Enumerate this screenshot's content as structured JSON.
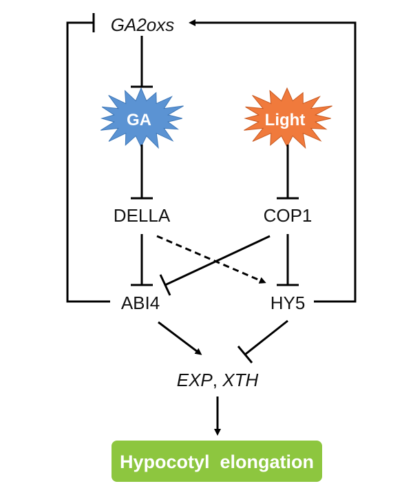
{
  "nodes": {
    "ga2oxs": "GA2oxs",
    "ga": "GA",
    "light": "Light",
    "della": "DELLA",
    "cop1": "COP1",
    "abi4": "ABI4",
    "hy5": "HY5",
    "exp": "EXP",
    "separator": ", ",
    "xth": "XTH",
    "output": "Hypocotyl  elongation"
  },
  "edges": [
    {
      "from": "GA2oxs",
      "to": "GA",
      "type": "inhibits"
    },
    {
      "from": "GA",
      "to": "DELLA",
      "type": "inhibits"
    },
    {
      "from": "Light",
      "to": "COP1",
      "type": "inhibits"
    },
    {
      "from": "DELLA",
      "to": "ABI4",
      "type": "inhibits"
    },
    {
      "from": "DELLA",
      "to": "HY5",
      "type": "activates-dashed"
    },
    {
      "from": "COP1",
      "to": "ABI4",
      "type": "inhibits"
    },
    {
      "from": "COP1",
      "to": "HY5",
      "type": "inhibits"
    },
    {
      "from": "ABI4",
      "to": "GA2oxs",
      "type": "inhibits"
    },
    {
      "from": "HY5",
      "to": "GA2oxs",
      "type": "activates"
    },
    {
      "from": "ABI4",
      "to": "EXP, XTH",
      "type": "activates"
    },
    {
      "from": "HY5",
      "to": "EXP, XTH",
      "type": "inhibits"
    },
    {
      "from": "EXP, XTH",
      "to": "Hypocotyl elongation",
      "type": "activates"
    }
  ],
  "colors": {
    "ga_burst": "#5b93d3",
    "light_burst": "#f07a3c",
    "output_box": "#8dc63f",
    "edge": "#000000"
  }
}
